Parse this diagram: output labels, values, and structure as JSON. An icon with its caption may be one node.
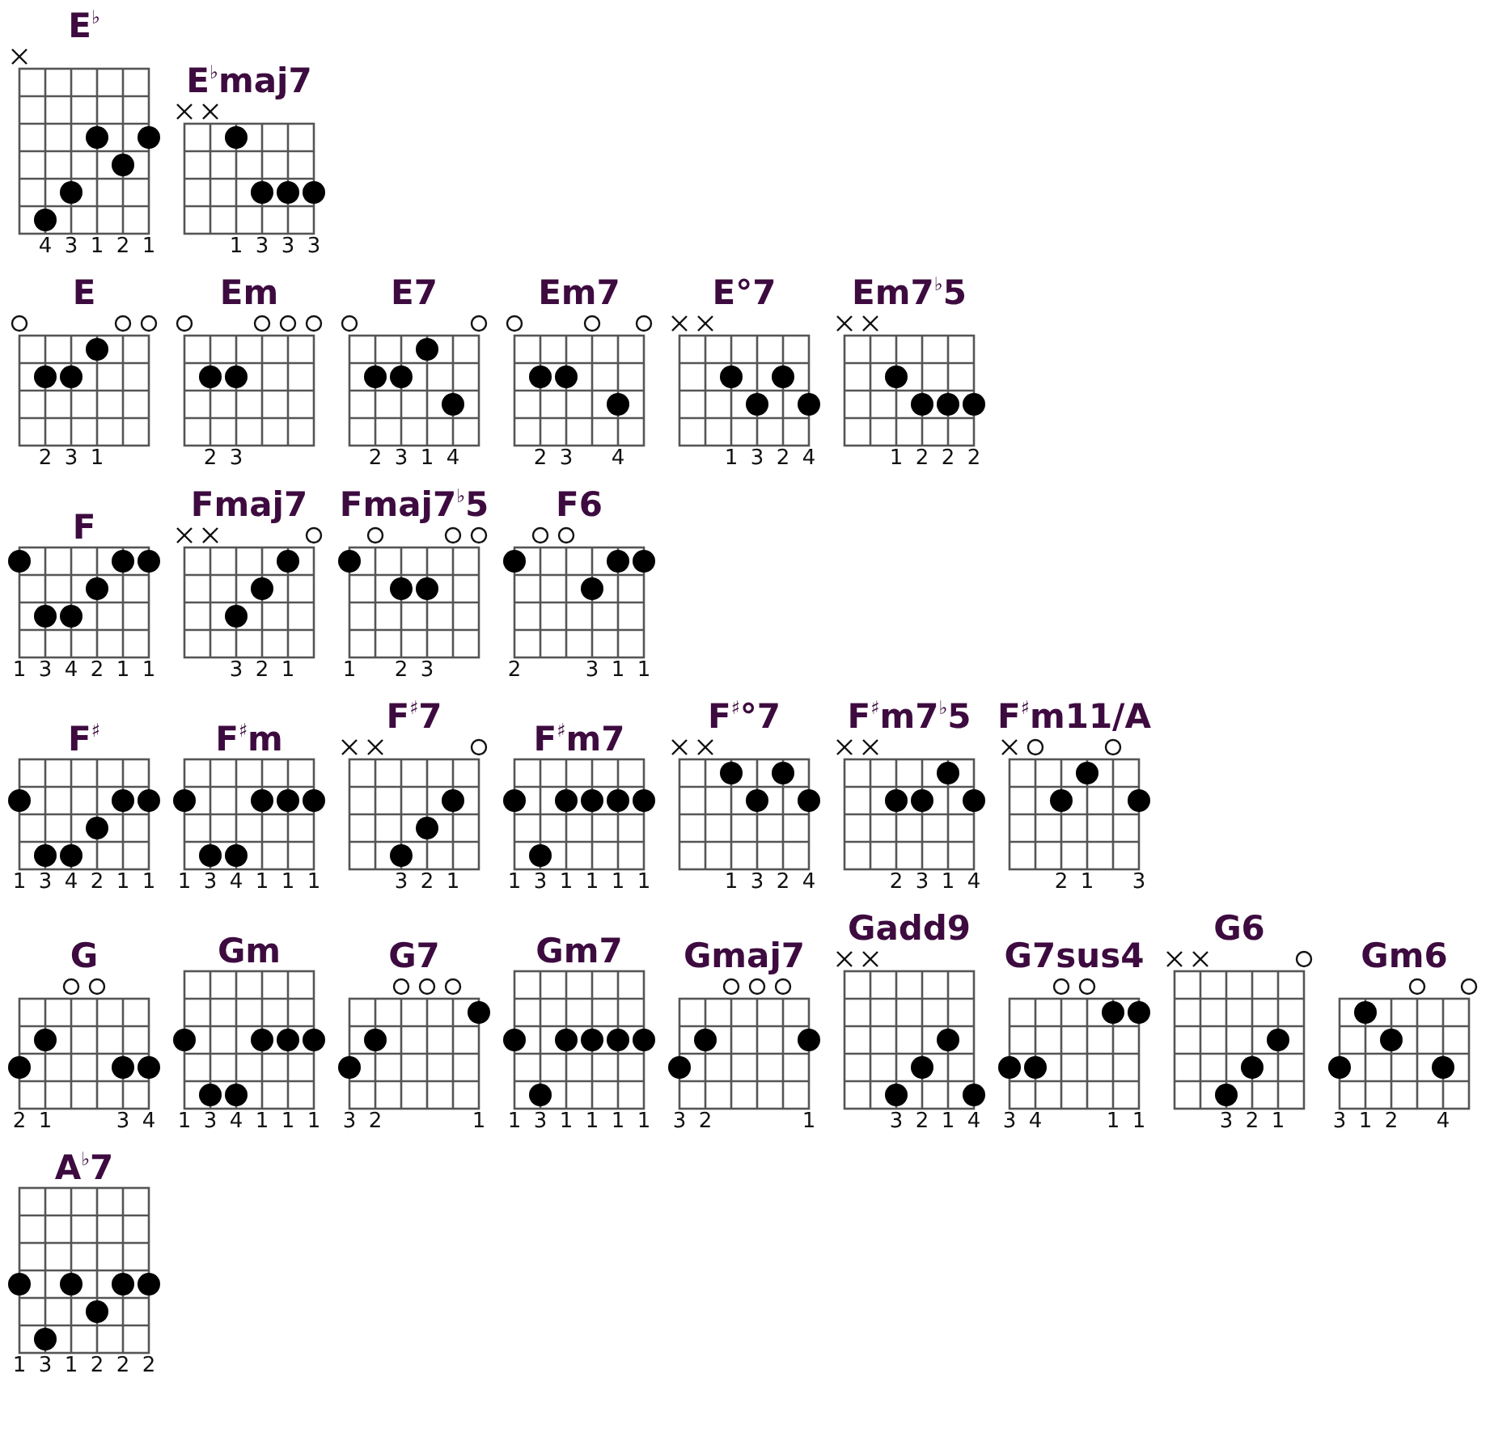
{
  "diagram": {
    "labels": [
      "E$^{♭}$",
      "4",
      "3",
      "1",
      "2",
      "1",
      "E$^{♭}$maj7",
      "1",
      "3",
      "3",
      "3",
      "E",
      "2",
      "3",
      "1",
      "Em",
      "2",
      "3",
      "E7",
      "2",
      "3",
      "1",
      "4",
      "Em7",
      "2",
      "3",
      "4",
      "E°7",
      "1",
      "3",
      "2",
      "4",
      "Em7$^{♭}$5",
      "1",
      "2",
      "2",
      "2",
      "F",
      "1",
      "3",
      "4",
      "2",
      "1",
      "1",
      "Fmaj7",
      "3",
      "2",
      "1",
      "Fmaj7$^{♭}$5",
      "1",
      "2",
      "3",
      "F6",
      "2",
      "3",
      "1",
      "1",
      "F$^{♯}$",
      "1",
      "3",
      "4",
      "2",
      "1",
      "1",
      "F$^{♯}$m",
      "1",
      "3",
      "4",
      "1",
      "1",
      "1",
      "F$^{♯}$7",
      "3",
      "2",
      "1",
      "F$^{♯}$m7",
      "1",
      "3",
      "1",
      "1",
      "1",
      "1",
      "F$^{♯}$°7",
      "1",
      "3",
      "2",
      "4",
      "F$^{♯}$m7$^{♭}$5",
      "2",
      "3",
      "1",
      "4",
      "F$^{♯}$m11/A",
      "2",
      "1",
      "3",
      "G",
      "2",
      "1",
      "3",
      "4",
      "Gm",
      "1",
      "3",
      "4",
      "1",
      "1",
      "1",
      "G7",
      "3",
      "2",
      "1",
      "Gm7",
      "1",
      "3",
      "1",
      "1",
      "1",
      "1",
      "Gmaj7",
      "3",
      "2",
      "1",
      "Gadd9",
      "3",
      "2",
      "1",
      "4",
      "G7sus4",
      "3",
      "4",
      "1",
      "1",
      "G6",
      "3",
      "2",
      "1",
      "Gm6",
      "3",
      "1",
      "2",
      "4",
      "A$^{♭}$7",
      "1",
      "3",
      "1",
      "2",
      "2",
      "2"
    ]
  }
}
